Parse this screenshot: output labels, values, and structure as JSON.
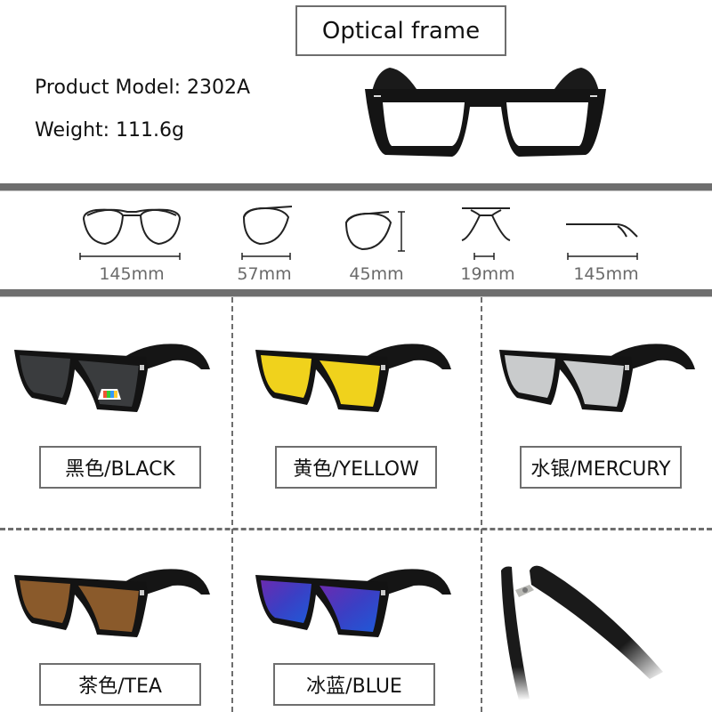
{
  "header": {
    "title": "Optical frame",
    "product_model": "Product Model: 2302A",
    "weight": "Weight: 111.6g"
  },
  "measurements": [
    {
      "label": "145mm",
      "icon": "frame-width-icon",
      "dimension": "total width"
    },
    {
      "label": "57mm",
      "icon": "lens-width-icon",
      "dimension": "lens width"
    },
    {
      "label": "45mm",
      "icon": "lens-height-icon",
      "dimension": "lens height"
    },
    {
      "label": "19mm",
      "icon": "bridge-width-icon",
      "dimension": "bridge width"
    },
    {
      "label": "145mm",
      "icon": "temple-length-icon",
      "dimension": "temple length"
    }
  ],
  "variants": [
    {
      "label": "黑色/BLACK",
      "lens_color": "#3a3c3e",
      "polarized_badge": true
    },
    {
      "label": "黄色/YELLOW",
      "lens_color": "#f0d21c"
    },
    {
      "label": "水银/MERCURY",
      "lens_color": "#c9cbcc"
    },
    {
      "label": "茶色/TEA",
      "lens_color": "#8a5a2b"
    },
    {
      "label": "冰蓝/BLUE",
      "lens_color": "#4a3fb0"
    }
  ],
  "colors": {
    "divider": "#6e6e6e",
    "frame": "#111111",
    "text": "#111111",
    "measure_text": "#6a6a6a"
  }
}
